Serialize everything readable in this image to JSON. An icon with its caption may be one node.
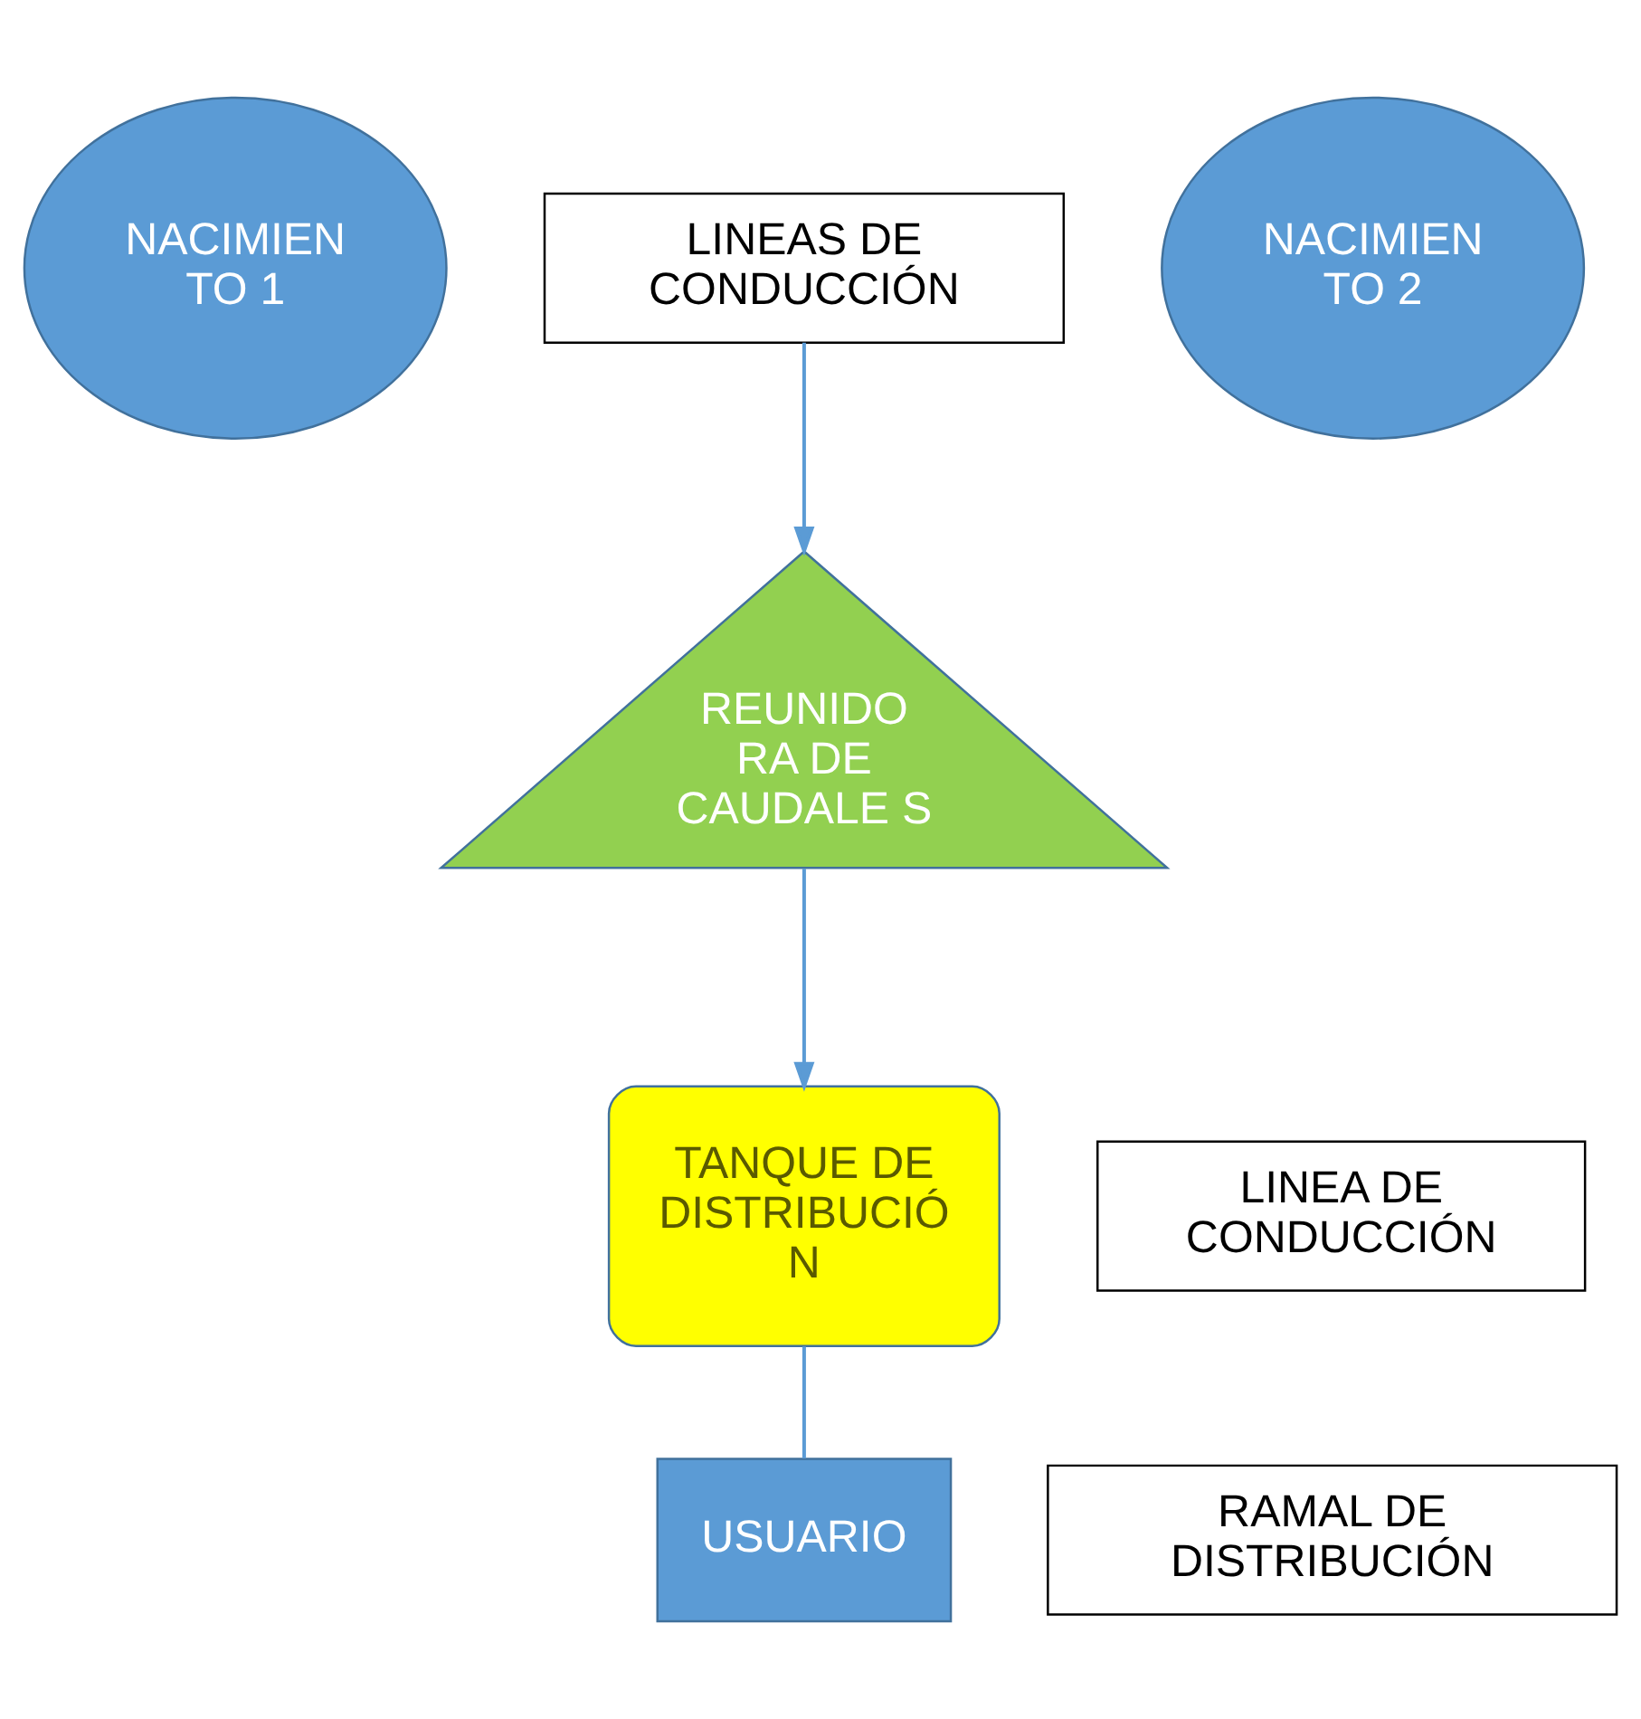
{
  "diagram": {
    "nodes": [
      {
        "text": [
          "NACIMIEN TO 1"
        ]
      },
      {
        "text": [
          "NACIMIEN TO 2"
        ]
      },
      {
        "text": [
          "LINEAS DE CONDUCCIÓN"
        ]
      },
      {
        "text": [
          "REUNIDO RA DE CAUDALE S"
        ]
      },
      {
        "text": [
          "LINEA DE CONDUCCIÓN"
        ]
      },
      {
        "text": [
          "TANQUE DE DISTRIBUCIÓ N"
        ]
      },
      {
        "text": [
          "RAMAL DE DISTRIBUCIÓN"
        ]
      },
      {
        "text": [
          "USUARIO"
        ]
      }
    ],
    "edges": [
      {
        "from": 2,
        "to": 3,
        "arrow": "to"
      },
      {
        "from": 3,
        "to": 5,
        "arrow": "to"
      },
      {
        "from": 5,
        "to": 7,
        "arrow": "none"
      }
    ]
  }
}
